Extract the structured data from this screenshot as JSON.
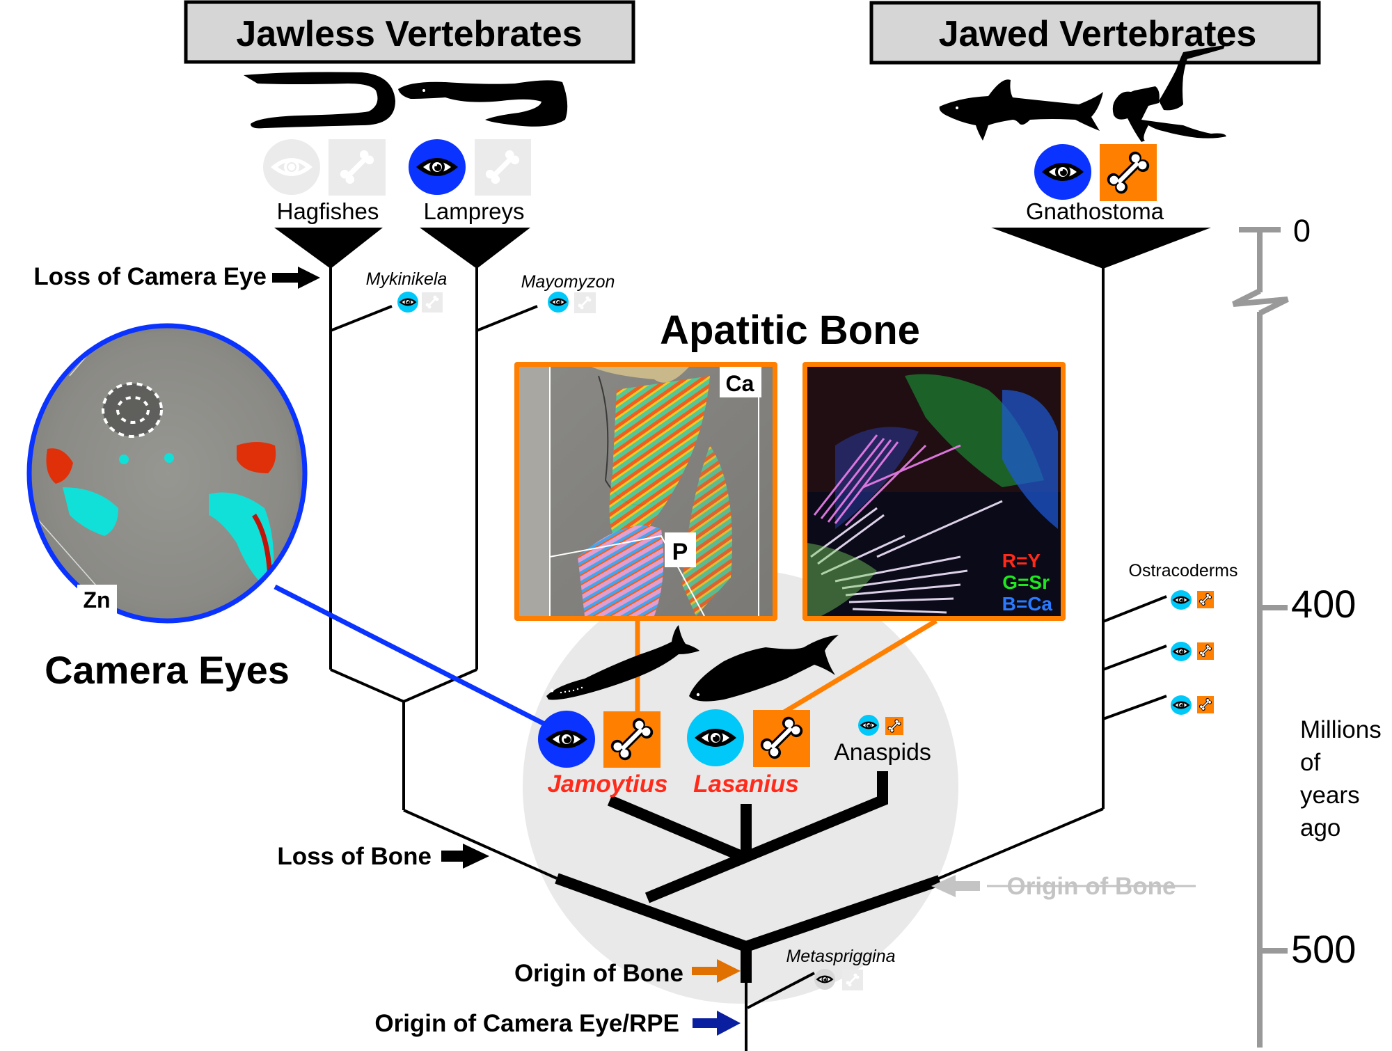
{
  "headers": {
    "jawless": "Jawless Vertebrates",
    "jawed": "Jawed Vertebrates"
  },
  "taxa": {
    "hagfishes": "Hagfishes",
    "lampreys": "Lampreys",
    "gnathostoma": "Gnathostoma",
    "mykinikela": "Mykinikela",
    "mayomyzon": "Mayomyzon",
    "ostracoderms": "Ostracoderms",
    "jamoytius": "Jamoytius",
    "lasanius": "Lasanius",
    "anaspids": "Anaspids",
    "metaspriggina": "Metaspriggina"
  },
  "events": {
    "loss_camera_eye": "Loss of Camera Eye",
    "loss_bone": "Loss of Bone",
    "origin_bone": "Origin of Bone",
    "origin_camera_eye": "Origin of Camera Eye/RPE",
    "origin_bone_struck": "Origin of Bone"
  },
  "panels": {
    "apatitic_title": "Apatitic Bone",
    "camera_title": "Camera Eyes",
    "ca_label": "Ca",
    "p_label": "P",
    "zn_label": "Zn",
    "legend_r": "R=Y",
    "legend_g": "G=Sr",
    "legend_b": "B=Ca"
  },
  "timescale": {
    "tick_0": "0",
    "tick_400": "400",
    "tick_500": "500",
    "unit_lines": [
      "Millions",
      "of",
      "years",
      "ago"
    ]
  },
  "colors": {
    "camera_eye_dark_blue": "#0a33ff",
    "camera_eye_light_blue": "#00c8f8",
    "bone_orange": "#ff7f00",
    "absent_gray": "#e8e8e8",
    "axis_gray": "#999999",
    "highlight_red": "#ff2a1a",
    "origin_bone_arrow": "#e07000",
    "origin_eye_arrow": "#0a1fa0"
  },
  "icons": {
    "eye": "eye-icon",
    "bone": "bone-icon"
  }
}
